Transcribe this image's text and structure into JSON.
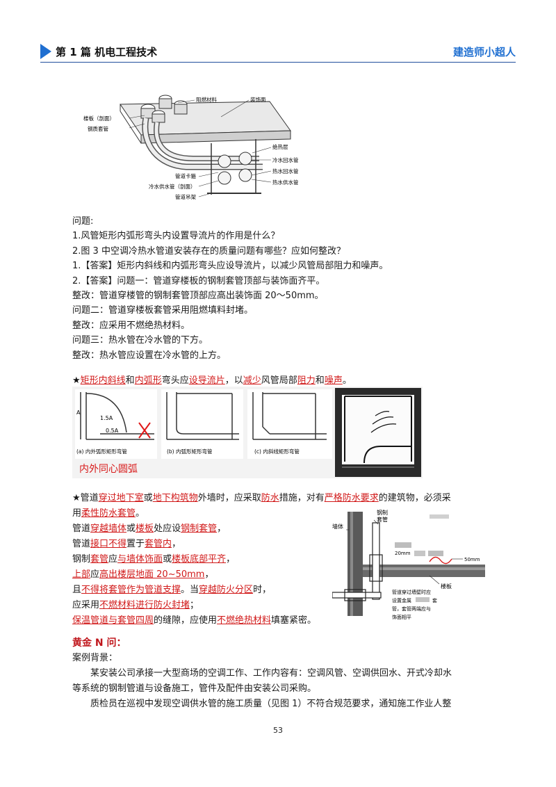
{
  "header": {
    "left": "第 1 篇  机电工程技术",
    "right": "建造师小超人"
  },
  "figure1": {
    "labels": {
      "zuran": "阻燃材料",
      "zhuangshi": "装饰面",
      "louban": "楼板（剖面）",
      "gangzhi": "钢质套管",
      "jueredeng": "绝热层",
      "lengshuihui": "冷水回水管",
      "reshuihui": "热水回水管",
      "guandaoka": "管道卡箍",
      "reshuigong": "热水供水管",
      "lengshuigong": "冷水供水管（剖面）",
      "guandaodiao": "管道吊架"
    }
  },
  "qa": {
    "lines": [
      "问题:",
      "1.风管矩形内弧形弯头内设置导流片的作用是什么？",
      "2.图 3 中空调冷热水管道安装存在的质量问题有哪些？应如何整改？",
      "1.【答案】矩形内斜线和内弧形弯头应设导流片，以减少风管局部阻力和噪声。",
      "2.【答案】问题一：管道穿楼板的钢制套管顶部与装饰面齐平。",
      "整改：管道穿楼管的钢制套管顶部应高出装饰面 20～50mm。",
      "问题二：管道穿楼板套管采用阻燃填料封堵。",
      "整改：应采用不燃绝热材料。",
      "问题三：热水管在冷水管的下方。",
      "整改：热水管应设置在冷水管的上方。"
    ]
  },
  "star1": {
    "star": "★",
    "s1": "矩形内斜线",
    "s2": "和",
    "s3": "内弧形",
    "s4": "弯头应",
    "s5": "设导流片",
    "s6": "，以",
    "s7": "减少",
    "s8": "风管局部",
    "s9": "阻力",
    "s10": "和",
    "s11": "噪声",
    "s12": "。"
  },
  "figure2": {
    "dim_a": "A",
    "dim_15a": "1.5A",
    "dim_05a": "0.5A",
    "cap_a": "(a) 内外弧形矩形弯管",
    "cap_b": "(b) 内弧形矩形弯管",
    "cap_c": "(c) 内斜线矩形弯管",
    "banner": "内外同心圆弧"
  },
  "star2": {
    "l1": {
      "a": "★管道",
      "b": "穿过地下室",
      "c": "或",
      "d": "地下构筑物",
      "e": "外墙时，应采取",
      "f": "防水",
      "g": "措施，对有",
      "h": "严格防水要求",
      "i": "的建筑物，必须采"
    },
    "l2": {
      "a": "用",
      "b": "柔性防水套管",
      "c": "。"
    },
    "l3": {
      "a": "管道",
      "b": "穿越墙体",
      "c": "或",
      "d": "楼板",
      "e": "处应设",
      "f": "钢制套管",
      "g": "，"
    },
    "l4": {
      "a": "管道",
      "b": "接口不得",
      "c": "置于",
      "d": "套管内",
      "e": "，"
    },
    "l5": {
      "a": "钢制",
      "b": "套管",
      "c": "应",
      "d": "与墙体饰面",
      "e": "或",
      "f": "楼板底部平齐",
      "g": "，"
    },
    "l6": {
      "a": "上部",
      "b": "应",
      "c": "高出楼层地面 20~50mm",
      "d": "，"
    },
    "l7": {
      "a": "且",
      "b": "不得将套管作为管道支撑",
      "c": "。当",
      "d": "穿越防火分区",
      "e": "时，"
    },
    "l8": {
      "a": "应采用",
      "b": "不燃材料进行防火封堵",
      "c": "；"
    },
    "l9": {
      "a": "保温管道与套管四周",
      "b": "的缝隙，应使用",
      "c": "不燃绝热材料",
      "d": "填塞紧密。"
    }
  },
  "figure3": {
    "qiangti": "墙体",
    "gangzhi": "钢制",
    "taoguan": "套管",
    "louban": "楼板",
    "mm50": "50mm",
    "mm20": "20mm",
    "note1": "管道穿过墙壁时应",
    "note2": "设置金属",
    "note3": "套",
    "note4": "管，套管两端应与",
    "note5": "饰面相平"
  },
  "case": {
    "title": "黄金 N 问：",
    "bg": "案例背景：",
    "p1a": "某安装公司承接一大型商场的空调工作、工作内容有：空调风管、空调供回水、开式冷却水",
    "p1b": "等系统的钢制管道与设备施工，管件及配件由安装公司采购。",
    "p2": "质检员在巡视中发现空调供水管的施工质量（见图 1）不符合规范要求，通知施工作业人整"
  },
  "page_number": "53"
}
